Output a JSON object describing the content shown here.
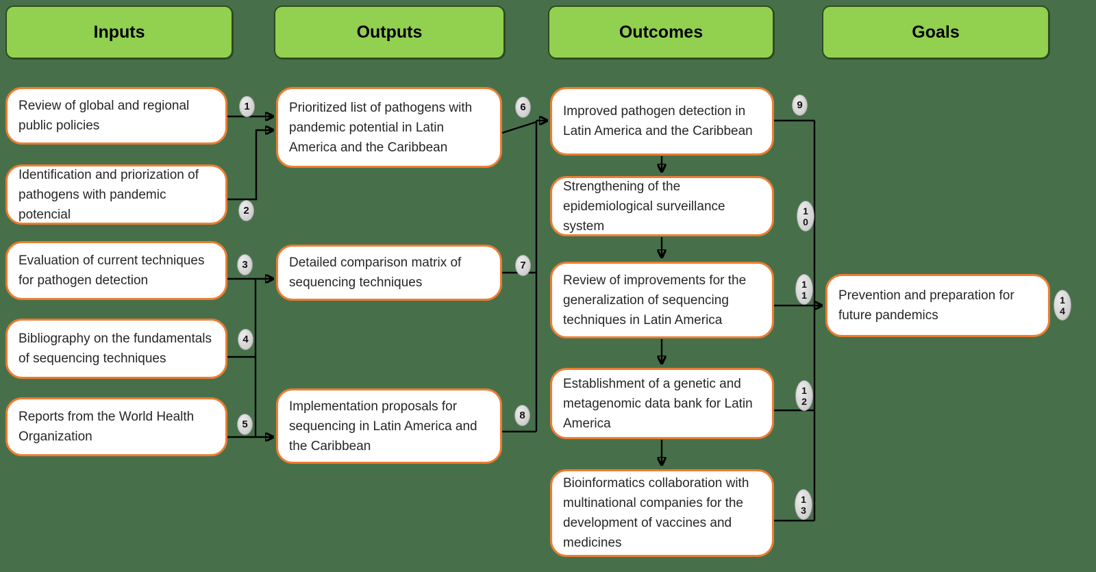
{
  "colors": {
    "background": "#47704A",
    "header_fill": "#92D050",
    "header_border": "#2E4A1C",
    "node_fill": "#FFFFFF",
    "node_border": "#ED7D31",
    "badge_fill": "#D6D6D6",
    "connector": "#000000"
  },
  "columns": {
    "inputs": {
      "header": "Inputs",
      "boxes": [
        {
          "badge": "1",
          "text": "Review of global and regional public policies"
        },
        {
          "badge": "2",
          "text": "Identification and priorization of pathogens with pandemic potencial"
        },
        {
          "badge": "3",
          "text": "Evaluation of current techniques for pathogen detection"
        },
        {
          "badge": "4",
          "text": "Bibliography on the fundamentals of sequencing techniques"
        },
        {
          "badge": "5",
          "text": "Reports from the World Health Organization"
        }
      ]
    },
    "outputs": {
      "header": "Outputs",
      "boxes": [
        {
          "badge": "6",
          "text": "Prioritized list of pathogens with pandemic potential in Latin America and the Caribbean"
        },
        {
          "badge": "7",
          "text": "Detailed comparison matrix of sequencing techniques"
        },
        {
          "badge": "8",
          "text": "Implementation proposals for sequencing in Latin America and the Caribbean"
        }
      ]
    },
    "outcomes": {
      "header": "Outcomes",
      "boxes": [
        {
          "badge": "9",
          "text": "Improved pathogen detection in Latin America and the Caribbean"
        },
        {
          "badge": "10",
          "text": "Strengthening of the epidemiological surveillance system"
        },
        {
          "badge": "11",
          "text": "Review of improvements for the generalization of sequencing techniques in Latin America"
        },
        {
          "badge": "12",
          "text": "Establishment of a genetic and metagenomic data bank for Latin America"
        },
        {
          "badge": "13",
          "text": "Bioinformatics collaboration with multinational companies for the development of vaccines and medicines"
        }
      ]
    },
    "goals": {
      "header": "Goals",
      "boxes": [
        {
          "badge": "14",
          "text": "Prevention and preparation for future pandemics"
        }
      ]
    }
  },
  "connections": [
    {
      "from": [
        "1",
        "2"
      ],
      "to": [
        "6"
      ]
    },
    {
      "from": [
        "3",
        "4",
        "5"
      ],
      "to": [
        "7",
        "8"
      ]
    },
    {
      "from": [
        "6",
        "7",
        "8"
      ],
      "to": [
        "9"
      ]
    },
    {
      "from": [
        "9"
      ],
      "to": [
        "10"
      ]
    },
    {
      "from": [
        "10"
      ],
      "to": [
        "11"
      ]
    },
    {
      "from": [
        "11"
      ],
      "to": [
        "12"
      ]
    },
    {
      "from": [
        "12"
      ],
      "to": [
        "13"
      ]
    },
    {
      "from": [
        "9",
        "11",
        "12",
        "13"
      ],
      "to": [
        "14"
      ]
    }
  ]
}
